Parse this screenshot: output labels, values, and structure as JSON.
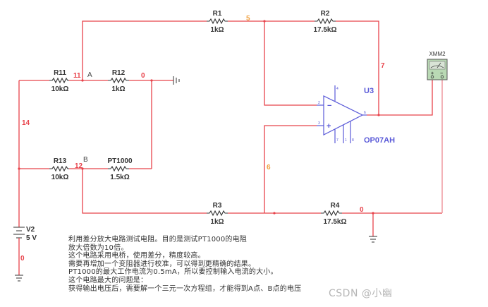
{
  "components": {
    "R1": {
      "name": "R1",
      "value": "1kΩ"
    },
    "R2": {
      "name": "R2",
      "value": "17.5kΩ"
    },
    "R3": {
      "name": "R3",
      "value": "1kΩ"
    },
    "R4": {
      "name": "R4",
      "value": "17.5kΩ"
    },
    "R11": {
      "name": "R11",
      "value": "10kΩ"
    },
    "R12": {
      "name": "R12",
      "value": "1kΩ"
    },
    "R13": {
      "name": "R13",
      "value": "10kΩ"
    },
    "PT1000": {
      "name": "PT1000",
      "value": "1.5kΩ"
    },
    "V2": {
      "name": "V2",
      "value": "5 V"
    },
    "U3": {
      "name": "U3",
      "part": "OP07AH",
      "pins": {
        "inv": "2",
        "noninv": "3",
        "out": "6",
        "vplus": "4",
        "p7": "7",
        "p1": "1",
        "p8": "8"
      },
      "minus": "−",
      "plus": "+"
    },
    "XMM2": {
      "name": "XMM2",
      "plus": "+",
      "minus": "−"
    }
  },
  "nets": {
    "n11": "11",
    "n12": "12",
    "n14": "14",
    "n0_top": "0",
    "n0_bottom": "0",
    "n0_source": "0",
    "n5": "5",
    "n6": "6",
    "n7": "7"
  },
  "nodes": {
    "A": "A",
    "B": "B"
  },
  "note": {
    "lines": [
      "利用差分放大电路测试电阻。目的是测试PT1000的电阻",
      "放大倍数为10倍。",
      "这个电路采用电桥，使用差分，精度较高。",
      "需要再增加一个变阻器进行校准，可以得到更精确的结果。",
      "PT1000的最大工作电流为0.5mA，所以要控制输入电流的大小。",
      "这个电路最大的问题是：",
      "获得输出电压后，需要解一个三元一次方程组，才能得到A点、B点的电压"
    ]
  },
  "watermark": "CSDN @小幽",
  "colors": {
    "wire": "#e8434b",
    "net_label_orange": "#f0a040",
    "opamp": "#5a5ad8",
    "meter_face": "#b9d9b4"
  }
}
